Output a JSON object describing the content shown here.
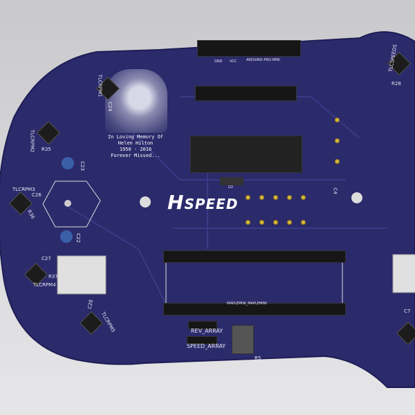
{
  "memorial": {
    "line1": "In Loving Memory Of",
    "line2": "Helen Hilton",
    "line3": "1950 - 2016",
    "line4": "Forever Missed..."
  },
  "logo": {
    "letter": "H",
    "text": "SPEED"
  },
  "labels": {
    "tlcrpm1": "TLCRPM1",
    "tlcrpm2": "TLCRPM2",
    "tlcrpm3": "TLCRPM3",
    "tlcrpm4": "TLCRPM4",
    "tlcrpm5": "TLCRPM5",
    "tlcspeed": "TLCSPEED5",
    "r28": "R28",
    "c24": "C24",
    "r35": "R35",
    "c23": "C23",
    "c26": "C26",
    "r36": "R36",
    "c22": "C22",
    "c27": "C27",
    "r37": "R37",
    "c28": "C28",
    "c4": "C4",
    "d2": "D2",
    "r5": "R5",
    "c7": "C7",
    "gnd": "GND",
    "vcc": "VCC",
    "arduino": "ARDUINO-PRO-MINI",
    "maple": "MAPLEMINI_MAPLEMINI",
    "rev": "REV_ARRAY",
    "speed": "SPEED_ARRAY"
  },
  "colors": {
    "board": "#2b2a6b",
    "silk": "#ffffff",
    "pad": "#d6b83a",
    "background": "#d8d8da"
  }
}
